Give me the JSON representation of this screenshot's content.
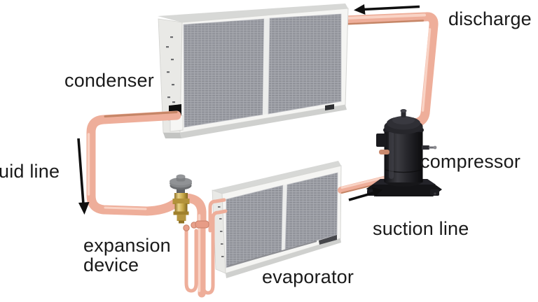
{
  "figure": {
    "subject": "vapor-compression refrigeration cycle illustration",
    "background": "#ffffff"
  },
  "labels": {
    "condenser": "condenser",
    "discharge": "discharge",
    "liquid_line": "uid line",
    "expansion_device_line1": "expansion",
    "expansion_device_line2": "device",
    "evaporator": "evaporator",
    "suction_line": "suction line",
    "compressor": "compressor"
  },
  "arrows": [
    {
      "name": "discharge-flow",
      "direction": "left"
    },
    {
      "name": "liquid-flow",
      "direction": "down"
    },
    {
      "name": "suction-flow",
      "direction": "up-right"
    }
  ],
  "components": [
    "condenser coil",
    "compressor",
    "evaporator coil",
    "expansion device",
    "discharge line",
    "liquid line",
    "suction line"
  ],
  "colors": {
    "background": "#ffffff",
    "text": "#1a1a1a",
    "arrow": "#0f0f0f",
    "copper": "#eeae9a",
    "copper_highlight": "#f9d7ca",
    "copper_shadow": "#b47450",
    "coil_frame": "#f5f5f3",
    "coil_side": "#e9e9e6",
    "coil_top": "#d7d8d6",
    "fin_grey": "#9fa1a8",
    "compressor_body": "#232327",
    "valve_brass": "#c9a84a",
    "valve_cap": "#85878a"
  }
}
